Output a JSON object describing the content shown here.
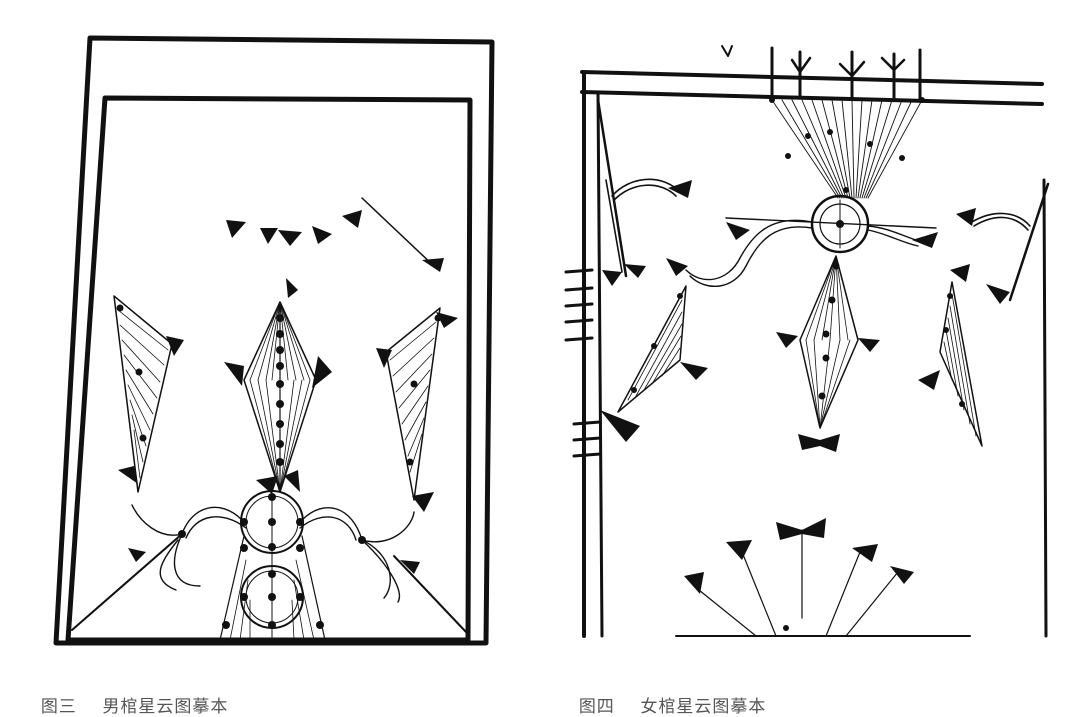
{
  "figures": [
    {
      "id": "fig3",
      "number": "图三",
      "title": "男棺星云图摹本"
    },
    {
      "id": "fig4",
      "number": "图四",
      "title": "女棺星云图摹本"
    }
  ],
  "colors": {
    "ink": "#111111",
    "caption": "#555555",
    "paper": "#ffffff"
  }
}
